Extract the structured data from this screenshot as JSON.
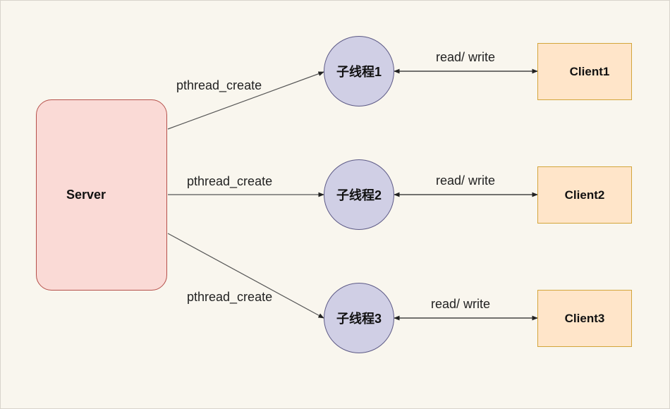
{
  "server": {
    "label": "Server"
  },
  "threads": [
    {
      "label": "子线程1"
    },
    {
      "label": "子线程2"
    },
    {
      "label": "子线程3"
    }
  ],
  "clients": [
    {
      "label": "Client1"
    },
    {
      "label": "Client2"
    },
    {
      "label": "Client3"
    }
  ],
  "edges": {
    "create_label": "pthread_create",
    "rw_label": "read/ write"
  },
  "colors": {
    "server_fill": "#fadad6",
    "server_border": "#b5504a",
    "thread_fill": "#d0cfe5",
    "thread_border": "#5d5a86",
    "client_fill": "#ffe5c9",
    "client_border": "#d3a53a",
    "background": "#f9f6ee"
  }
}
